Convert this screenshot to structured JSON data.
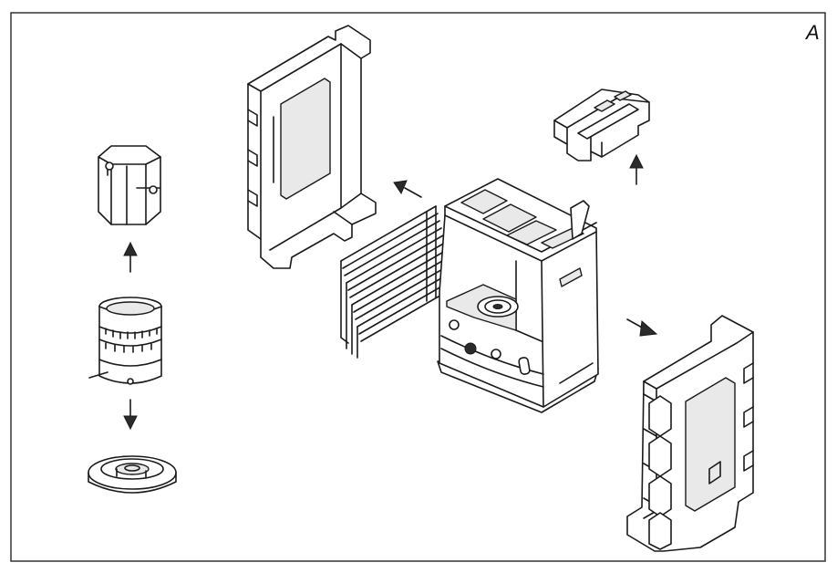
{
  "figure": {
    "panel_label": "A",
    "colors": {
      "line": "#1a1a1a",
      "frame": "#333333",
      "background": "#ffffff"
    },
    "components": [
      "heater-body",
      "left-side-panel",
      "right-side-panel",
      "top-handle-part",
      "chimney-guard",
      "burner-cylinder",
      "burner-base",
      "heat-fin-grille"
    ]
  }
}
